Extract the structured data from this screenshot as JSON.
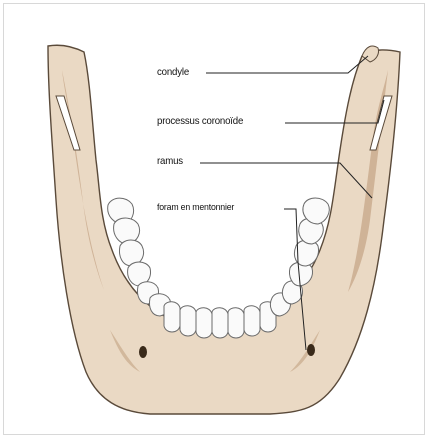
{
  "labels": {
    "condyle": "condyle",
    "coronoid": "processus coronoïde",
    "ramus": "ramus",
    "mental_foramen": "foram en mentonnier"
  },
  "colors": {
    "bone": "#ead9c4",
    "bone_shadow": "#c8a98c",
    "outline": "#5a4a3a",
    "tooth": "#fafafa",
    "tooth_outline": "#6b6b6b",
    "leader": "#222222"
  }
}
